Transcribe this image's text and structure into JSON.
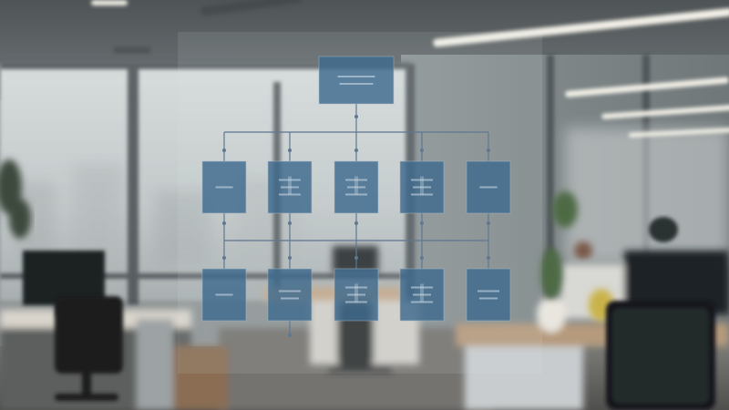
{
  "scene": {
    "palette": {
      "ceiling": "#5d6163",
      "window_haze": "#c9cfd0",
      "wall": "#7d8486",
      "floor": "#6b6a67",
      "desk_wood": "#b59a7c",
      "glass_box": "#3f6a8e",
      "connector": "#5f7890",
      "ceiling_light": "#f1efe6"
    },
    "icons": [
      "plant-icon",
      "office-chair-icon",
      "monitor-icon"
    ]
  },
  "diagram": {
    "root": {
      "lines": 2
    },
    "rows": [
      [
        {
          "lines": 1
        },
        {
          "lines": 3
        },
        {
          "lines": 3
        },
        {
          "lines": 3
        },
        {
          "lines": 1
        }
      ],
      [
        {
          "lines": 1
        },
        {
          "lines": 2
        },
        {
          "lines": 3
        },
        {
          "lines": 3
        },
        {
          "lines": 2
        }
      ]
    ]
  }
}
